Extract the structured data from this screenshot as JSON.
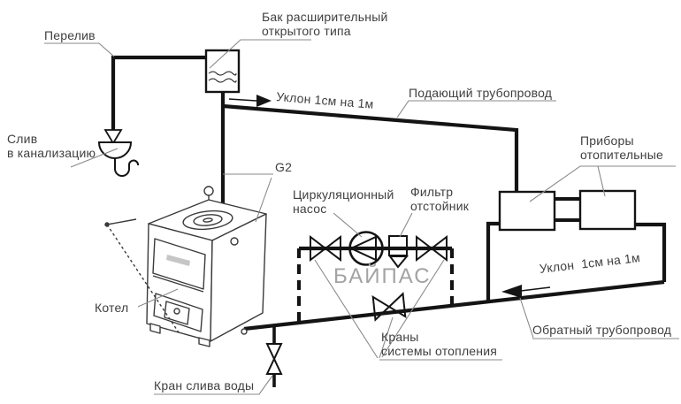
{
  "colors": {
    "pipe": "#141414",
    "outline": "#3a3a3a",
    "leader": "#8a8a8a",
    "label_text": "#3f3f3f",
    "bypass_text": "#a3a3a3",
    "background": "#ffffff"
  },
  "labels": {
    "overflow": "Перелив",
    "expansion_tank": {
      "line1": "Бак расширительный",
      "line2": "открытого типа"
    },
    "drain_sewer": {
      "line1": "Слив",
      "line2": "в канализацию"
    },
    "supply_slope": "Уклон 1см на 1м",
    "supply_pipe": "Подающий трубопровод",
    "heaters": {
      "line1": "Приборы",
      "line2": "отопительные"
    },
    "pipe_size": "G2",
    "pump": {
      "line1": "Циркуляционный",
      "line2": "насос"
    },
    "filter": {
      "line1": "Фильтр",
      "line2": "отстойник"
    },
    "bypass": "БАЙПАС",
    "return_slope": "Уклон  1см на 1м",
    "return_pipe": "Обратный трубопровод",
    "boiler": "Котел",
    "system_valves": {
      "line1": "Краны",
      "line2": "системы отопления"
    },
    "drain_valve": "Кран слива воды"
  },
  "symbols": {
    "valve": "bowtie-valve-icon",
    "pump": "circle-with-triangle-pump-icon",
    "filter": "square-sump-filter-icon",
    "expansion_tank": "rect-with-water-level-icon",
    "drain_funnel": "funnel-with-siphon-icon",
    "flow_arrow": "filled-triangle-arrow-icon",
    "boiler": "solid-fuel-boiler-illustration"
  }
}
